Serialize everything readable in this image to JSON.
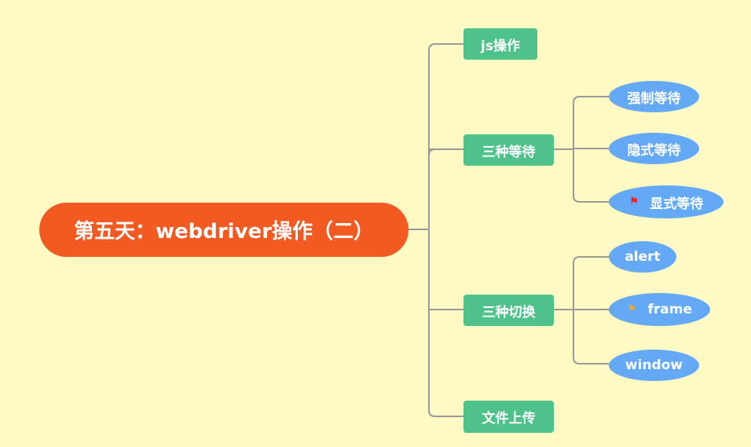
{
  "root": {
    "label": "第五天：webdriver操作（二）"
  },
  "branches": {
    "js": {
      "label": "js操作"
    },
    "wait": {
      "label": "三种等待",
      "children": {
        "forced": {
          "label": "强制等待"
        },
        "implicit": {
          "label": "隐式等待"
        },
        "explicit": {
          "label": "显式等待",
          "flag": "flag-icon",
          "flag_color": "#e8262a"
        }
      }
    },
    "switch": {
      "label": "三种切换",
      "children": {
        "alert": {
          "label": "alert"
        },
        "frame": {
          "label": "frame",
          "flag": "flag-icon",
          "flag_color": "#f3a534"
        },
        "window": {
          "label": "window"
        }
      }
    },
    "upload": {
      "label": "文件上传"
    }
  },
  "colors": {
    "background": "#fff9c4",
    "root": "#f25a22",
    "branch": "#4ec28a",
    "leaf": "#64a9f5",
    "connector": "#9a9a9a"
  }
}
